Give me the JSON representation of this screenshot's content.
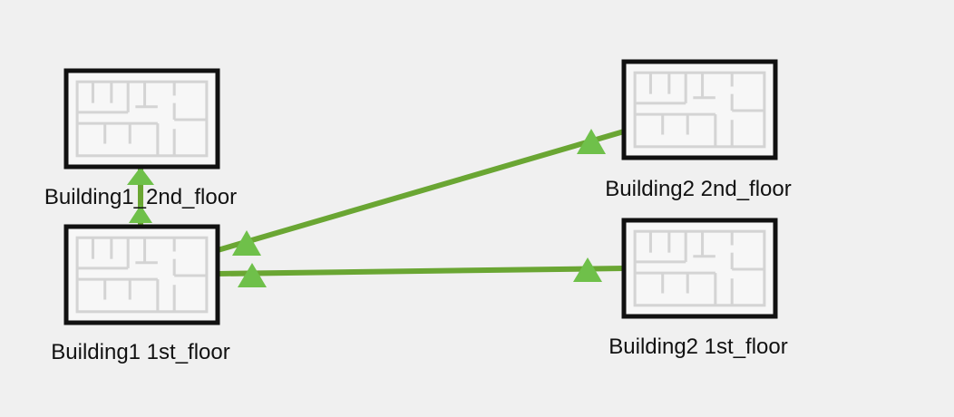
{
  "colors": {
    "background": "#f0f0f0",
    "link_line": "#6aa633",
    "link_marker": "#6fc04a",
    "node_border": "#111111",
    "node_fill": "#f7f7f7",
    "floorplan_stroke": "#d4d4d4"
  },
  "nodes": [
    {
      "id": "b1f2",
      "label": "Building1_2nd_floor",
      "icon": "floorplan-icon"
    },
    {
      "id": "b1f1",
      "label": "Building1 1st_floor",
      "icon": "floorplan-icon"
    },
    {
      "id": "b2f2",
      "label": "Building2 2nd_floor",
      "icon": "floorplan-icon"
    },
    {
      "id": "b2f1",
      "label": "Building2 1st_floor",
      "icon": "floorplan-icon"
    }
  ],
  "links": [
    {
      "from": "b1f1",
      "to": "b1f2"
    },
    {
      "from": "b1f1",
      "to": "b2f2"
    },
    {
      "from": "b1f1",
      "to": "b2f1"
    }
  ]
}
